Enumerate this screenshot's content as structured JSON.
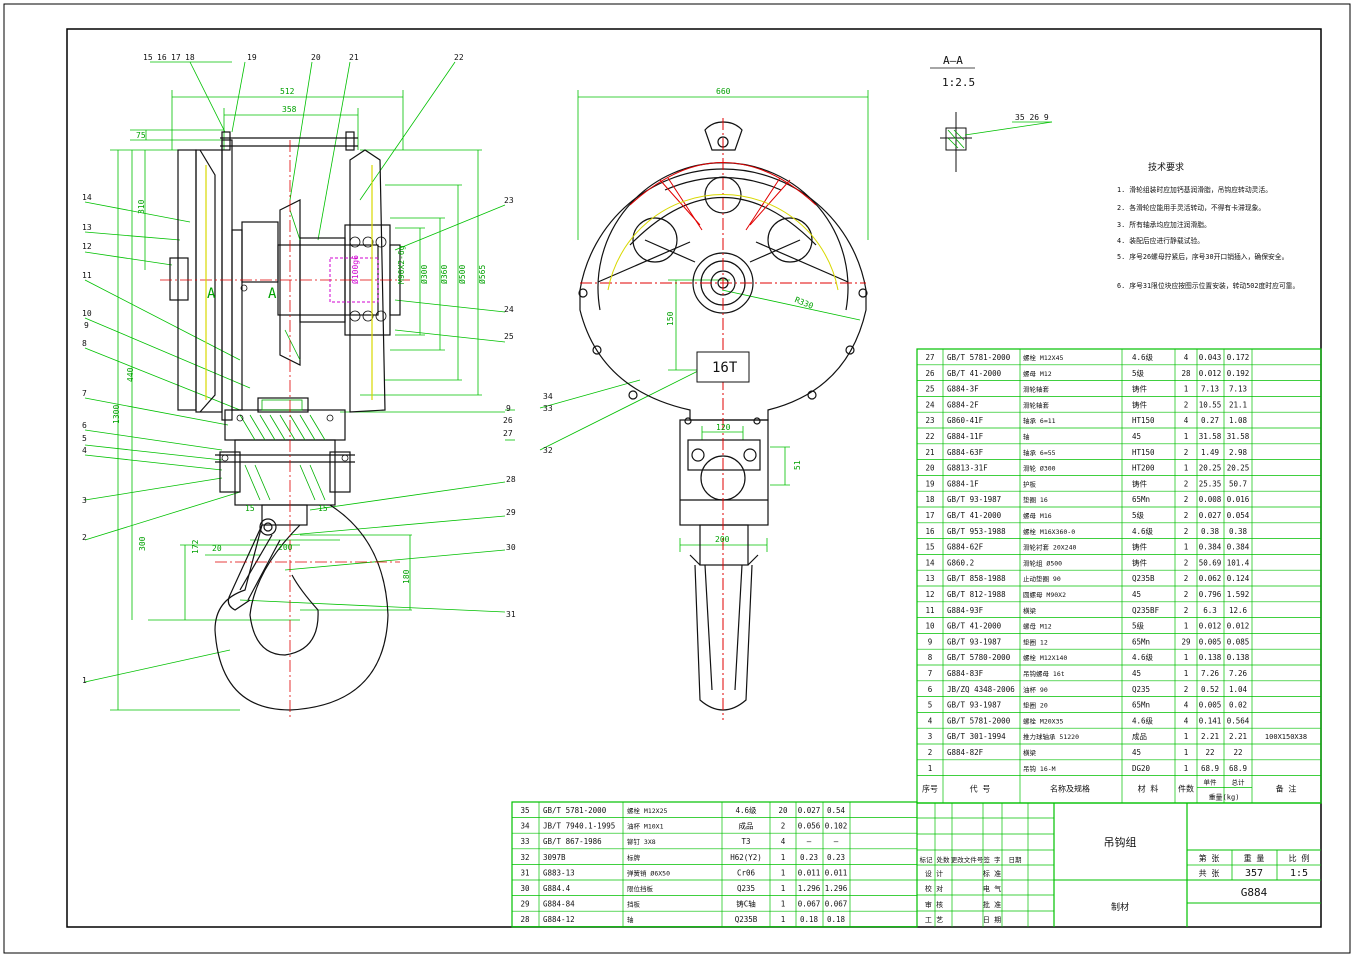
{
  "colors": {
    "frame": "#000000",
    "dim": "#00c000",
    "outline": "#111111",
    "center": "#e00000",
    "thread": "#d000d0",
    "accent": "#d8d800",
    "hatch": "#00b000"
  },
  "section_label": {
    "name": "A–A",
    "scale": "1:2.5"
  },
  "section_marks": [
    "A",
    "A"
  ],
  "load_label": "16T",
  "section_callout": "35  26  9",
  "tech_req": {
    "title": "技术要求",
    "items": [
      "1. 滑轮组装时应加钙基润滑脂，吊钩应转动灵活。",
      "2. 各滑轮应能用手灵活转动，不得有卡滞现象。",
      "3. 所有轴承均应加注润滑脂。",
      "4. 装配后应进行静载试验。",
      "5. 序号26螺母拧紧后，序号30开口销插入，确保安全。",
      "6. 序号31限位块应按图示位置安装，转动502度时应可靠。"
    ]
  },
  "part_callouts": [
    "1",
    "2",
    "3",
    "4",
    "5",
    "6",
    "7",
    "8",
    "9",
    "10",
    "11",
    "12",
    "13",
    "14",
    "15",
    "16",
    "17",
    "18",
    "19",
    "20",
    "21",
    "22",
    "23",
    "24",
    "25",
    "26",
    "27",
    "28",
    "29",
    "30",
    "31",
    "32",
    "33",
    "34"
  ],
  "dims_left": {
    "d512": "512",
    "d358": "358",
    "d75": "75",
    "d310": "310",
    "d440": "440",
    "d1300": "1300",
    "d300": "300",
    "d172": "172",
    "d20": "20",
    "d200": "200",
    "d180": "180",
    "d15a": "15",
    "d15b": "15",
    "shaft": "Ø100g6",
    "thread": "M90X2-6g",
    "d300v": "Ø300",
    "d360": "Ø360",
    "d500": "Ø500",
    "d565": "Ø565"
  },
  "dims_mid": {
    "d660": "660",
    "r330": "R330",
    "d150": "150",
    "d120": "120",
    "d51": "51",
    "d200": "200"
  },
  "bom_right": {
    "rows": [
      [
        "27",
        "GB/T 5781-2000",
        "螺栓 M12X45",
        "4.6级",
        "4",
        "0.043",
        "0.172",
        ""
      ],
      [
        "26",
        "GB/T 41-2000",
        "螺母 M12",
        "5级",
        "28",
        "0.012",
        "0.192",
        ""
      ],
      [
        "25",
        "G884-3F",
        "滑轮轴套",
        "铸件",
        "1",
        "7.13",
        "7.13",
        ""
      ],
      [
        "24",
        "G884-2F",
        "滑轮轴套",
        "铸件",
        "2",
        "10.55",
        "21.1",
        ""
      ],
      [
        "23",
        "G860-41F",
        "轴承 6=11",
        "HT150",
        "4",
        "0.27",
        "1.08",
        ""
      ],
      [
        "22",
        "G884-11F",
        "轴",
        "45",
        "1",
        "31.58",
        "31.58",
        ""
      ],
      [
        "21",
        "G884-63F",
        "轴承 6=55",
        "HT150",
        "2",
        "1.49",
        "2.98",
        ""
      ],
      [
        "20",
        "G8813-31F",
        "滑轮 Ø300",
        "HT200",
        "1",
        "20.25",
        "20.25",
        ""
      ],
      [
        "19",
        "G884-1F",
        "护板",
        "铸件",
        "2",
        "25.35",
        "50.7",
        ""
      ],
      [
        "18",
        "GB/T 93-1987",
        "垫圈 16",
        "65Mn",
        "2",
        "0.008",
        "0.016",
        ""
      ],
      [
        "17",
        "GB/T 41-2000",
        "螺母 M16",
        "5级",
        "2",
        "0.027",
        "0.054",
        ""
      ],
      [
        "16",
        "GB/T 953-1988",
        "螺栓 M16X360-0",
        "4.6级",
        "2",
        "0.38",
        "0.38",
        ""
      ],
      [
        "15",
        "G884-62F",
        "滑轮衬套 20X240",
        "铸件",
        "1",
        "0.384",
        "0.384",
        ""
      ],
      [
        "14",
        "G860.2",
        "滑轮组 Ø500",
        "铸件",
        "2",
        "50.69",
        "101.4",
        ""
      ],
      [
        "13",
        "GB/T 858-1988",
        "止动垫圈 90",
        "Q235B",
        "2",
        "0.062",
        "0.124",
        ""
      ],
      [
        "12",
        "GB/T 812-1988",
        "圆螺母 M90X2",
        "45",
        "2",
        "0.796",
        "1.592",
        ""
      ],
      [
        "11",
        "G884-93F",
        "横梁",
        "Q235BF",
        "2",
        "6.3",
        "12.6",
        ""
      ],
      [
        "10",
        "GB/T 41-2000",
        "螺母 M12",
        "5级",
        "1",
        "0.012",
        "0.012",
        ""
      ],
      [
        "9",
        "GB/T 93-1987",
        "垫圈 12",
        "65Mn",
        "29",
        "0.005",
        "0.085",
        ""
      ],
      [
        "8",
        "GB/T 5780-2000",
        "螺栓 M12X140",
        "4.6级",
        "1",
        "0.138",
        "0.138",
        ""
      ],
      [
        "7",
        "G884-83F",
        "吊钩螺母 16t",
        "45",
        "1",
        "7.26",
        "7.26",
        ""
      ],
      [
        "6",
        "JB/ZQ 4348-2006",
        "油杯 90",
        "Q235",
        "2",
        "0.52",
        "1.04",
        ""
      ],
      [
        "5",
        "GB/T 93-1987",
        "垫圈 20",
        "65Mn",
        "4",
        "0.005",
        "0.02",
        ""
      ],
      [
        "4",
        "GB/T 5781-2000",
        "螺栓 M20X35",
        "4.6级",
        "4",
        "0.141",
        "0.564",
        ""
      ],
      [
        "3",
        "GB/T 301-1994",
        "推力球轴承 51220",
        "成品",
        "1",
        "2.21",
        "2.21",
        "100X150X38"
      ],
      [
        "2",
        "G884-82F",
        "横梁",
        "45",
        "1",
        "22",
        "22",
        ""
      ],
      [
        "1",
        "",
        "吊钩 16-M",
        "DG20",
        "1",
        "68.9",
        "68.9",
        ""
      ]
    ],
    "header": {
      "no": "序号",
      "code": "代    号",
      "name": "名称及规格",
      "mat": "材  料",
      "qty": "件数",
      "unit": "单件",
      "total": "总计",
      "weight": "重量(kg)",
      "note": "备  注"
    }
  },
  "bom_bottom": {
    "rows": [
      [
        "35",
        "GB/T 5781-2000",
        "螺栓 M12X25",
        "4.6级",
        "20",
        "0.027",
        "0.54"
      ],
      [
        "34",
        "JB/T 7940.1-1995",
        "油杯 M10X1",
        "成品",
        "2",
        "0.056",
        "0.102"
      ],
      [
        "33",
        "GB/T 867-1986",
        "铆钉 3X8",
        "T3",
        "4",
        "—",
        "—"
      ],
      [
        "32",
        "3097B",
        "标牌",
        "H62(Y2)",
        "1",
        "0.23",
        "0.23"
      ],
      [
        "31",
        "G883-13",
        "弹簧销 Ø6X50",
        "Cr06",
        "1",
        "0.011",
        "0.011"
      ],
      [
        "30",
        "G884.4",
        "限位挡板",
        "Q235",
        "1",
        "1.296",
        "1.296"
      ],
      [
        "29",
        "G884-84",
        "挡板",
        "铸C轴",
        "1",
        "0.067",
        "0.067"
      ],
      [
        "28",
        "G884-12",
        "轴",
        "Q235B",
        "1",
        "0.18",
        "0.18"
      ]
    ]
  },
  "title_block": {
    "name": "吊钩组",
    "company": "制材",
    "labels": {
      "mark": "标记",
      "count": "处数",
      "doc": "更改文件号",
      "sign": "签  字",
      "date": "日期",
      "design": "设  计",
      "std": "标  准",
      "check": "校  对",
      "elec": "电  气",
      "review": "审  核",
      "approve": "批  准",
      "craft": "工  艺",
      "date2": "日  期",
      "sheet": "第  张",
      "weight": "重  量",
      "scale": "比  例",
      "sheets": "共  张"
    },
    "weight_val": "357",
    "scale_val": "1:5",
    "drawing_no": "G884"
  }
}
